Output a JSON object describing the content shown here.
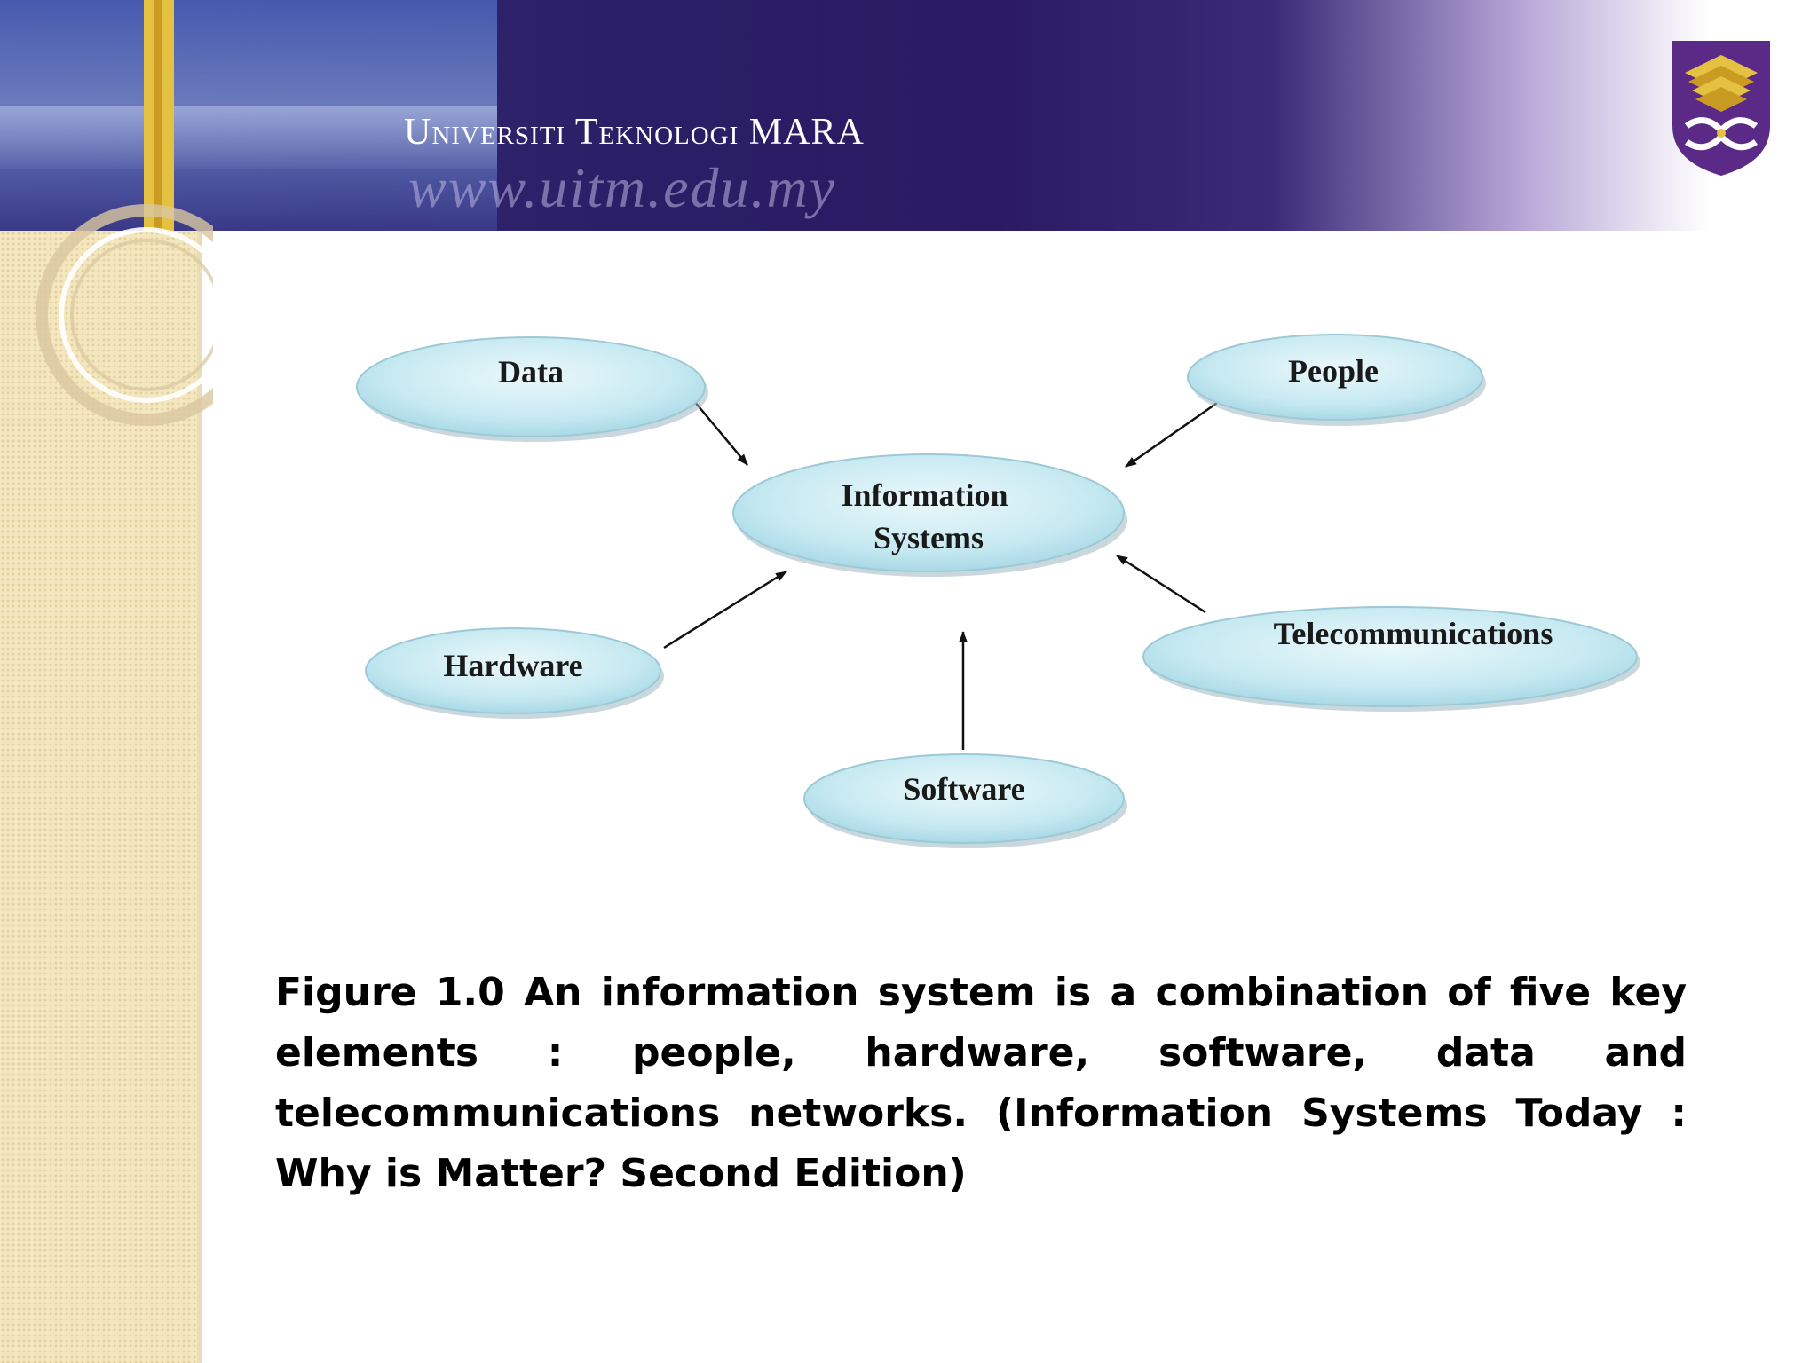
{
  "header": {
    "university_name": "Universiti Teknologi MARA",
    "website": "www.uitm.edu.my"
  },
  "diagram": {
    "center": "Information Systems",
    "nodes": {
      "data": "Data",
      "people": "People",
      "hardware": "Hardware",
      "telecommunications": "Telecommunications",
      "software": "Software"
    }
  },
  "caption": "Figure 1.0 An information system is a combination of five key elements : people, hardware, software, data and telecommunications networks. (Information Systems Today : Why is Matter? Second Edition)",
  "colors": {
    "banner_purple": "#2a1f66",
    "gold": "#e4c141",
    "ellipse_fill": "#cfeef4",
    "strip": "#f4e6bf"
  }
}
